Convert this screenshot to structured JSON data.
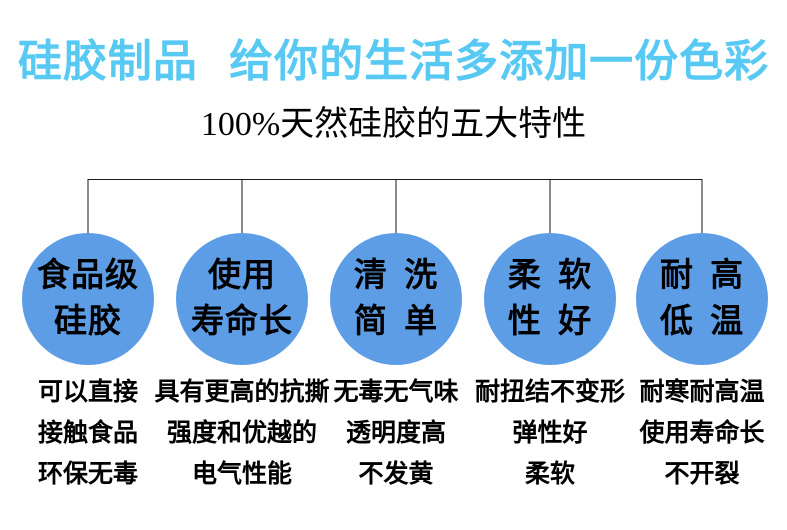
{
  "title": "硅胶制品 给你的生活多添加一份色彩",
  "subtitle": "100%天然硅胶的五大特性",
  "colors": {
    "title_blue": "#58c9f3",
    "circle_blue": "#5c9de6",
    "line_dark": "#1a1a1a",
    "text_black": "#000000",
    "background": "#ffffff"
  },
  "features": [
    {
      "circle_line1": "食品级",
      "circle_line2": "硅胶",
      "desc_lines": [
        "可以直接",
        "接触食品",
        "环保无毒"
      ]
    },
    {
      "circle_line1": "使用",
      "circle_line2": "寿命长",
      "desc_lines": [
        "具有更高的抗撕",
        "强度和优越的",
        "电气性能"
      ]
    },
    {
      "circle_line1": "清 洗",
      "circle_line2": "简 单",
      "desc_lines": [
        "无毒无气味",
        "透明度高",
        "不发黄"
      ]
    },
    {
      "circle_line1": "柔 软",
      "circle_line2": "性 好",
      "desc_lines": [
        "耐扭结不变形",
        "弹性好",
        "柔软"
      ]
    },
    {
      "circle_line1": "耐 高",
      "circle_line2": "低 温",
      "desc_lines": [
        "耐寒耐高温",
        "使用寿命长",
        "不开裂"
      ]
    }
  ]
}
